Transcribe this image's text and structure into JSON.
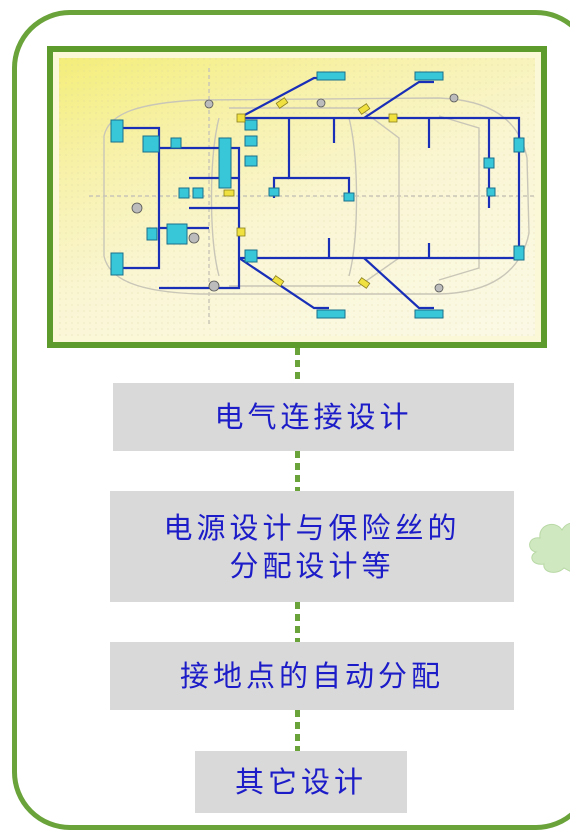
{
  "steps": [
    {
      "text": "电气连接设计"
    },
    {
      "text": "电源设计与保险丝的\n分配设计等"
    },
    {
      "text": "接地点的自动分配"
    },
    {
      "text": "其它设计"
    }
  ],
  "colors": {
    "frame": "#6aa33a",
    "box_fill": "#d9d9d9",
    "label_text": "#1c1cc8",
    "wire": "#1a2fb8",
    "component": "#38c7d9",
    "cloud": "#cfe8c0"
  },
  "diagram": {
    "subject": "vehicle wiring harness schematic (top view)"
  }
}
